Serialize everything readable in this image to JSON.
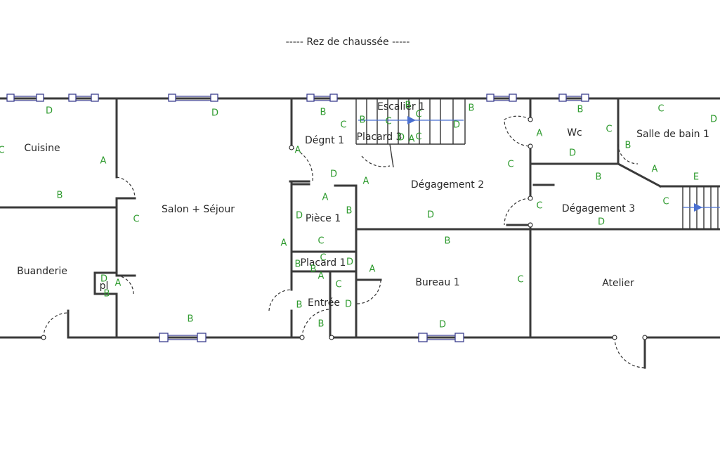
{
  "title": "-----  Rez de chaussée  -----",
  "rooms": {
    "cuisine": "Cuisine",
    "salon": "Salon + Séjour",
    "buanderie": "Buanderie",
    "pl": "pl",
    "degnt1": "Dégnt 1",
    "escalier1": "Escalier 1",
    "placard3": "Placard 3",
    "degagement2": "Dégagement 2",
    "piece1": "Pièce 1",
    "placard1": "Placard 1",
    "entree": "Entrée",
    "bureau1": "Bureau 1",
    "wc": "Wc",
    "salle_de_bain1": "Salle de bain 1",
    "degagement3": "Dégagement 3",
    "atelier": "Atelier"
  },
  "wall_letters": [
    "D",
    "A",
    "B",
    "C",
    "D",
    "C",
    "B",
    "D",
    "B",
    "A",
    "B",
    "B",
    "C",
    "A",
    "D",
    "A",
    "A",
    "D",
    "B",
    "C",
    "A",
    "B",
    "C",
    "D",
    "A",
    "B",
    "B",
    "C",
    "D",
    "C",
    "A",
    "D",
    "D",
    "B",
    "B",
    "C",
    "B",
    "C",
    "A",
    "D",
    "B",
    "C",
    "D",
    "A",
    "B",
    "C",
    "D",
    "B",
    "C",
    "A",
    "D",
    "C",
    "C",
    "D",
    "B",
    "C",
    "E"
  ]
}
